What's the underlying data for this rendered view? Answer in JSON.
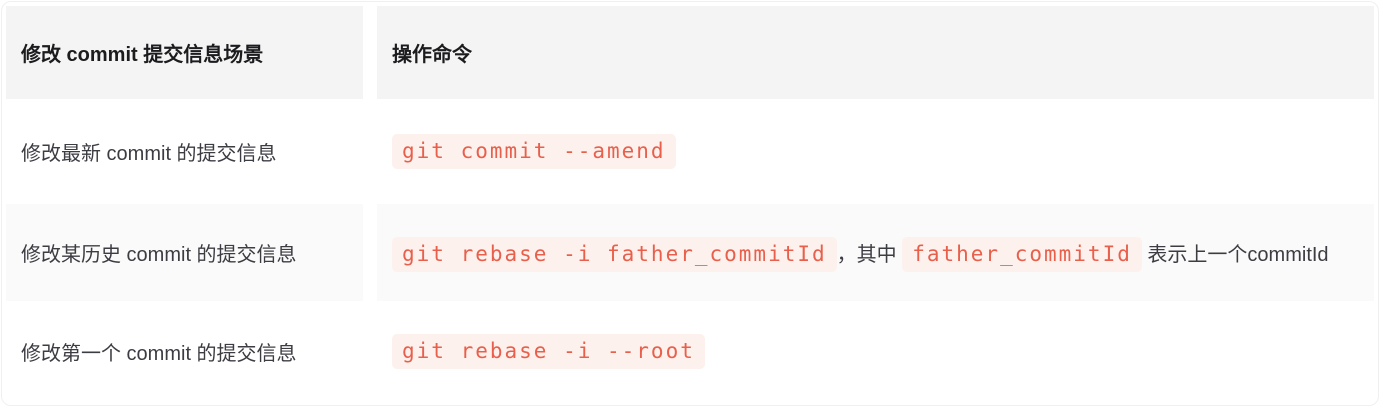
{
  "table": {
    "headers": [
      "修改 commit 提交信息场景",
      "操作命令"
    ],
    "rows": [
      {
        "scenario": "修改最新 commit 的提交信息",
        "command": [
          {
            "type": "code",
            "text": "git commit --amend"
          }
        ]
      },
      {
        "scenario": "修改某历史 commit 的提交信息",
        "command": [
          {
            "type": "code",
            "text": "git rebase -i father_commitId"
          },
          {
            "type": "text",
            "text": "，其中 "
          },
          {
            "type": "code",
            "text": "father_commitId"
          },
          {
            "type": "text",
            "text": " 表示上一个commitId"
          }
        ]
      },
      {
        "scenario": "修改第一个 commit 的提交信息",
        "command": [
          {
            "type": "code",
            "text": "git rebase -i --root"
          }
        ]
      }
    ]
  },
  "colors": {
    "code_text": "#e8604c",
    "code_bg": "#fdf1ed",
    "header_bg": "#f4f4f5",
    "row_alt_bg": "#fafafa",
    "card_border": "#f0f0f0",
    "body_text": "#3c3c43",
    "header_text": "#1c1c1e"
  }
}
